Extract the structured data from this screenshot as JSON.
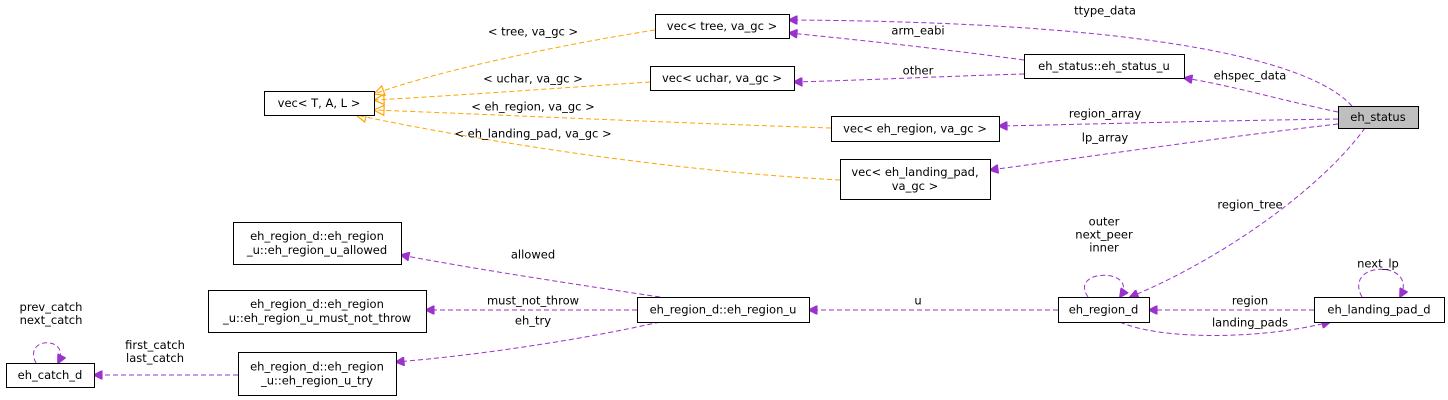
{
  "nodes": {
    "eh_status": {
      "lines": [
        "eh_status"
      ]
    },
    "vec_tree": {
      "lines": [
        "vec< tree, va_gc >"
      ]
    },
    "eh_status_u": {
      "lines": [
        "eh_status::eh_status_u"
      ]
    },
    "vec_uchar": {
      "lines": [
        "vec< uchar, va_gc >"
      ]
    },
    "vec_TAL": {
      "lines": [
        "vec< T, A, L >"
      ]
    },
    "vec_eh_region": {
      "lines": [
        "vec< eh_region, va_gc >"
      ]
    },
    "vec_eh_landing_pad": {
      "lines": [
        "vec< eh_landing_pad,",
        "va_gc >"
      ]
    },
    "u_allowed": {
      "lines": [
        "eh_region_d::eh_region",
        "_u::eh_region_u_allowed"
      ]
    },
    "u_must_not_throw": {
      "lines": [
        "eh_region_d::eh_region",
        "_u::eh_region_u_must_not_throw"
      ]
    },
    "eh_region_u": {
      "lines": [
        "eh_region_d::eh_region_u"
      ]
    },
    "eh_region_d": {
      "lines": [
        "eh_region_d"
      ]
    },
    "eh_landing_pad_d": {
      "lines": [
        "eh_landing_pad_d"
      ]
    },
    "eh_catch_d": {
      "lines": [
        "eh_catch_d"
      ]
    },
    "u_try": {
      "lines": [
        "eh_region_d::eh_region",
        "_u::eh_region_u_try"
      ]
    }
  },
  "edge_labels": {
    "ttype_data": [
      "ttype_data"
    ],
    "arm_eabi": [
      "arm_eabi"
    ],
    "ehspec_data": [
      "ehspec_data"
    ],
    "other": [
      "other"
    ],
    "region_array": [
      "region_array"
    ],
    "lp_array": [
      "lp_array"
    ],
    "region_tree": [
      "region_tree"
    ],
    "tpl_tree": [
      "< tree, va_gc >"
    ],
    "tpl_uchar": [
      "< uchar, va_gc >"
    ],
    "tpl_eh_region": [
      "< eh_region, va_gc >"
    ],
    "tpl_eh_landing_pad": [
      "< eh_landing_pad, va_gc >"
    ],
    "outer_next_peer_inner": [
      "outer",
      "next_peer",
      "inner"
    ],
    "next_lp": [
      "next_lp"
    ],
    "region": [
      "region"
    ],
    "landing_pads": [
      "landing_pads"
    ],
    "u": [
      "u"
    ],
    "allowed": [
      "allowed"
    ],
    "must_not_throw": [
      "must_not_throw"
    ],
    "eh_try": [
      "eh_try"
    ],
    "prev_next_catch": [
      "prev_catch",
      "next_catch"
    ],
    "first_last_catch": [
      "first_catch",
      "last_catch"
    ]
  },
  "colors": {
    "member_edge": "#9a32cd",
    "template_edge": "#ffa500",
    "focus_fill": "#bfbfbf",
    "node_border": "#000000"
  }
}
